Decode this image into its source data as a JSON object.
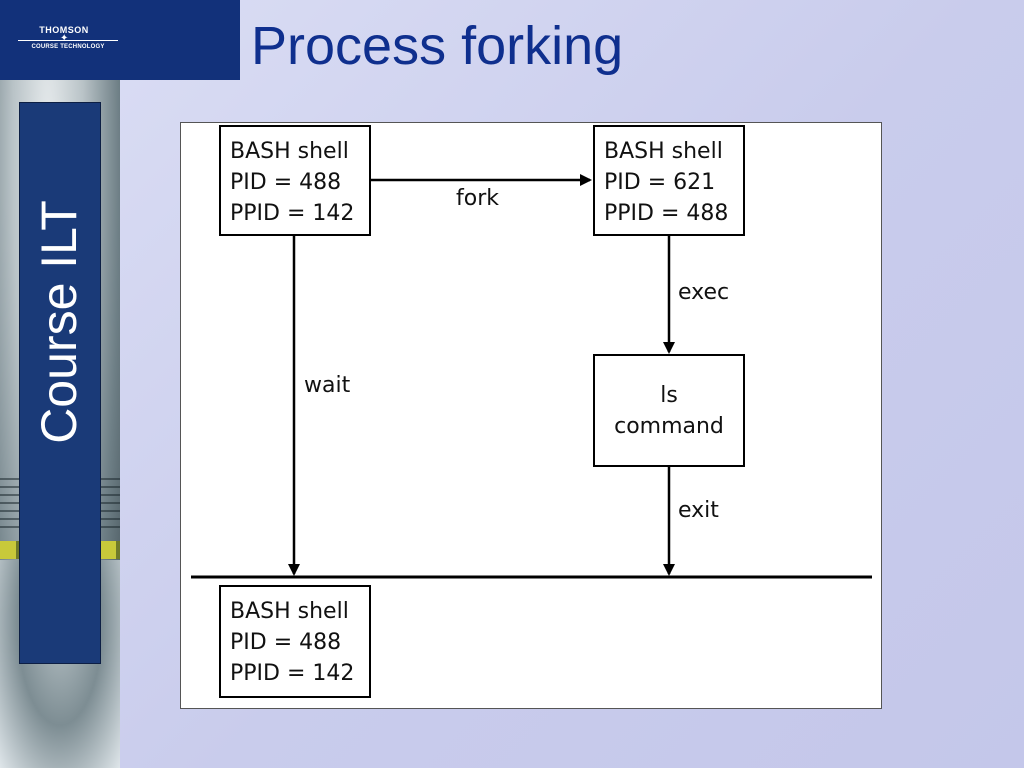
{
  "logo": {
    "line1": "THOMSON",
    "line2": "COURSE TECHNOLOGY",
    "star": "✦"
  },
  "sidebar": {
    "label": "Course ILT"
  },
  "slide": {
    "title": "Process forking"
  },
  "diagram": {
    "nodes": {
      "parent_top": [
        "BASH shell",
        "PID = 488",
        "PPID = 142"
      ],
      "child": [
        "BASH shell",
        "PID = 621",
        "PPID = 488"
      ],
      "command": [
        "ls",
        "command"
      ],
      "parent_bottom": [
        "BASH shell",
        "PID = 488",
        "PPID = 142"
      ]
    },
    "edges": {
      "fork": "fork",
      "exec": "exec",
      "wait": "wait",
      "exit": "exit"
    }
  }
}
